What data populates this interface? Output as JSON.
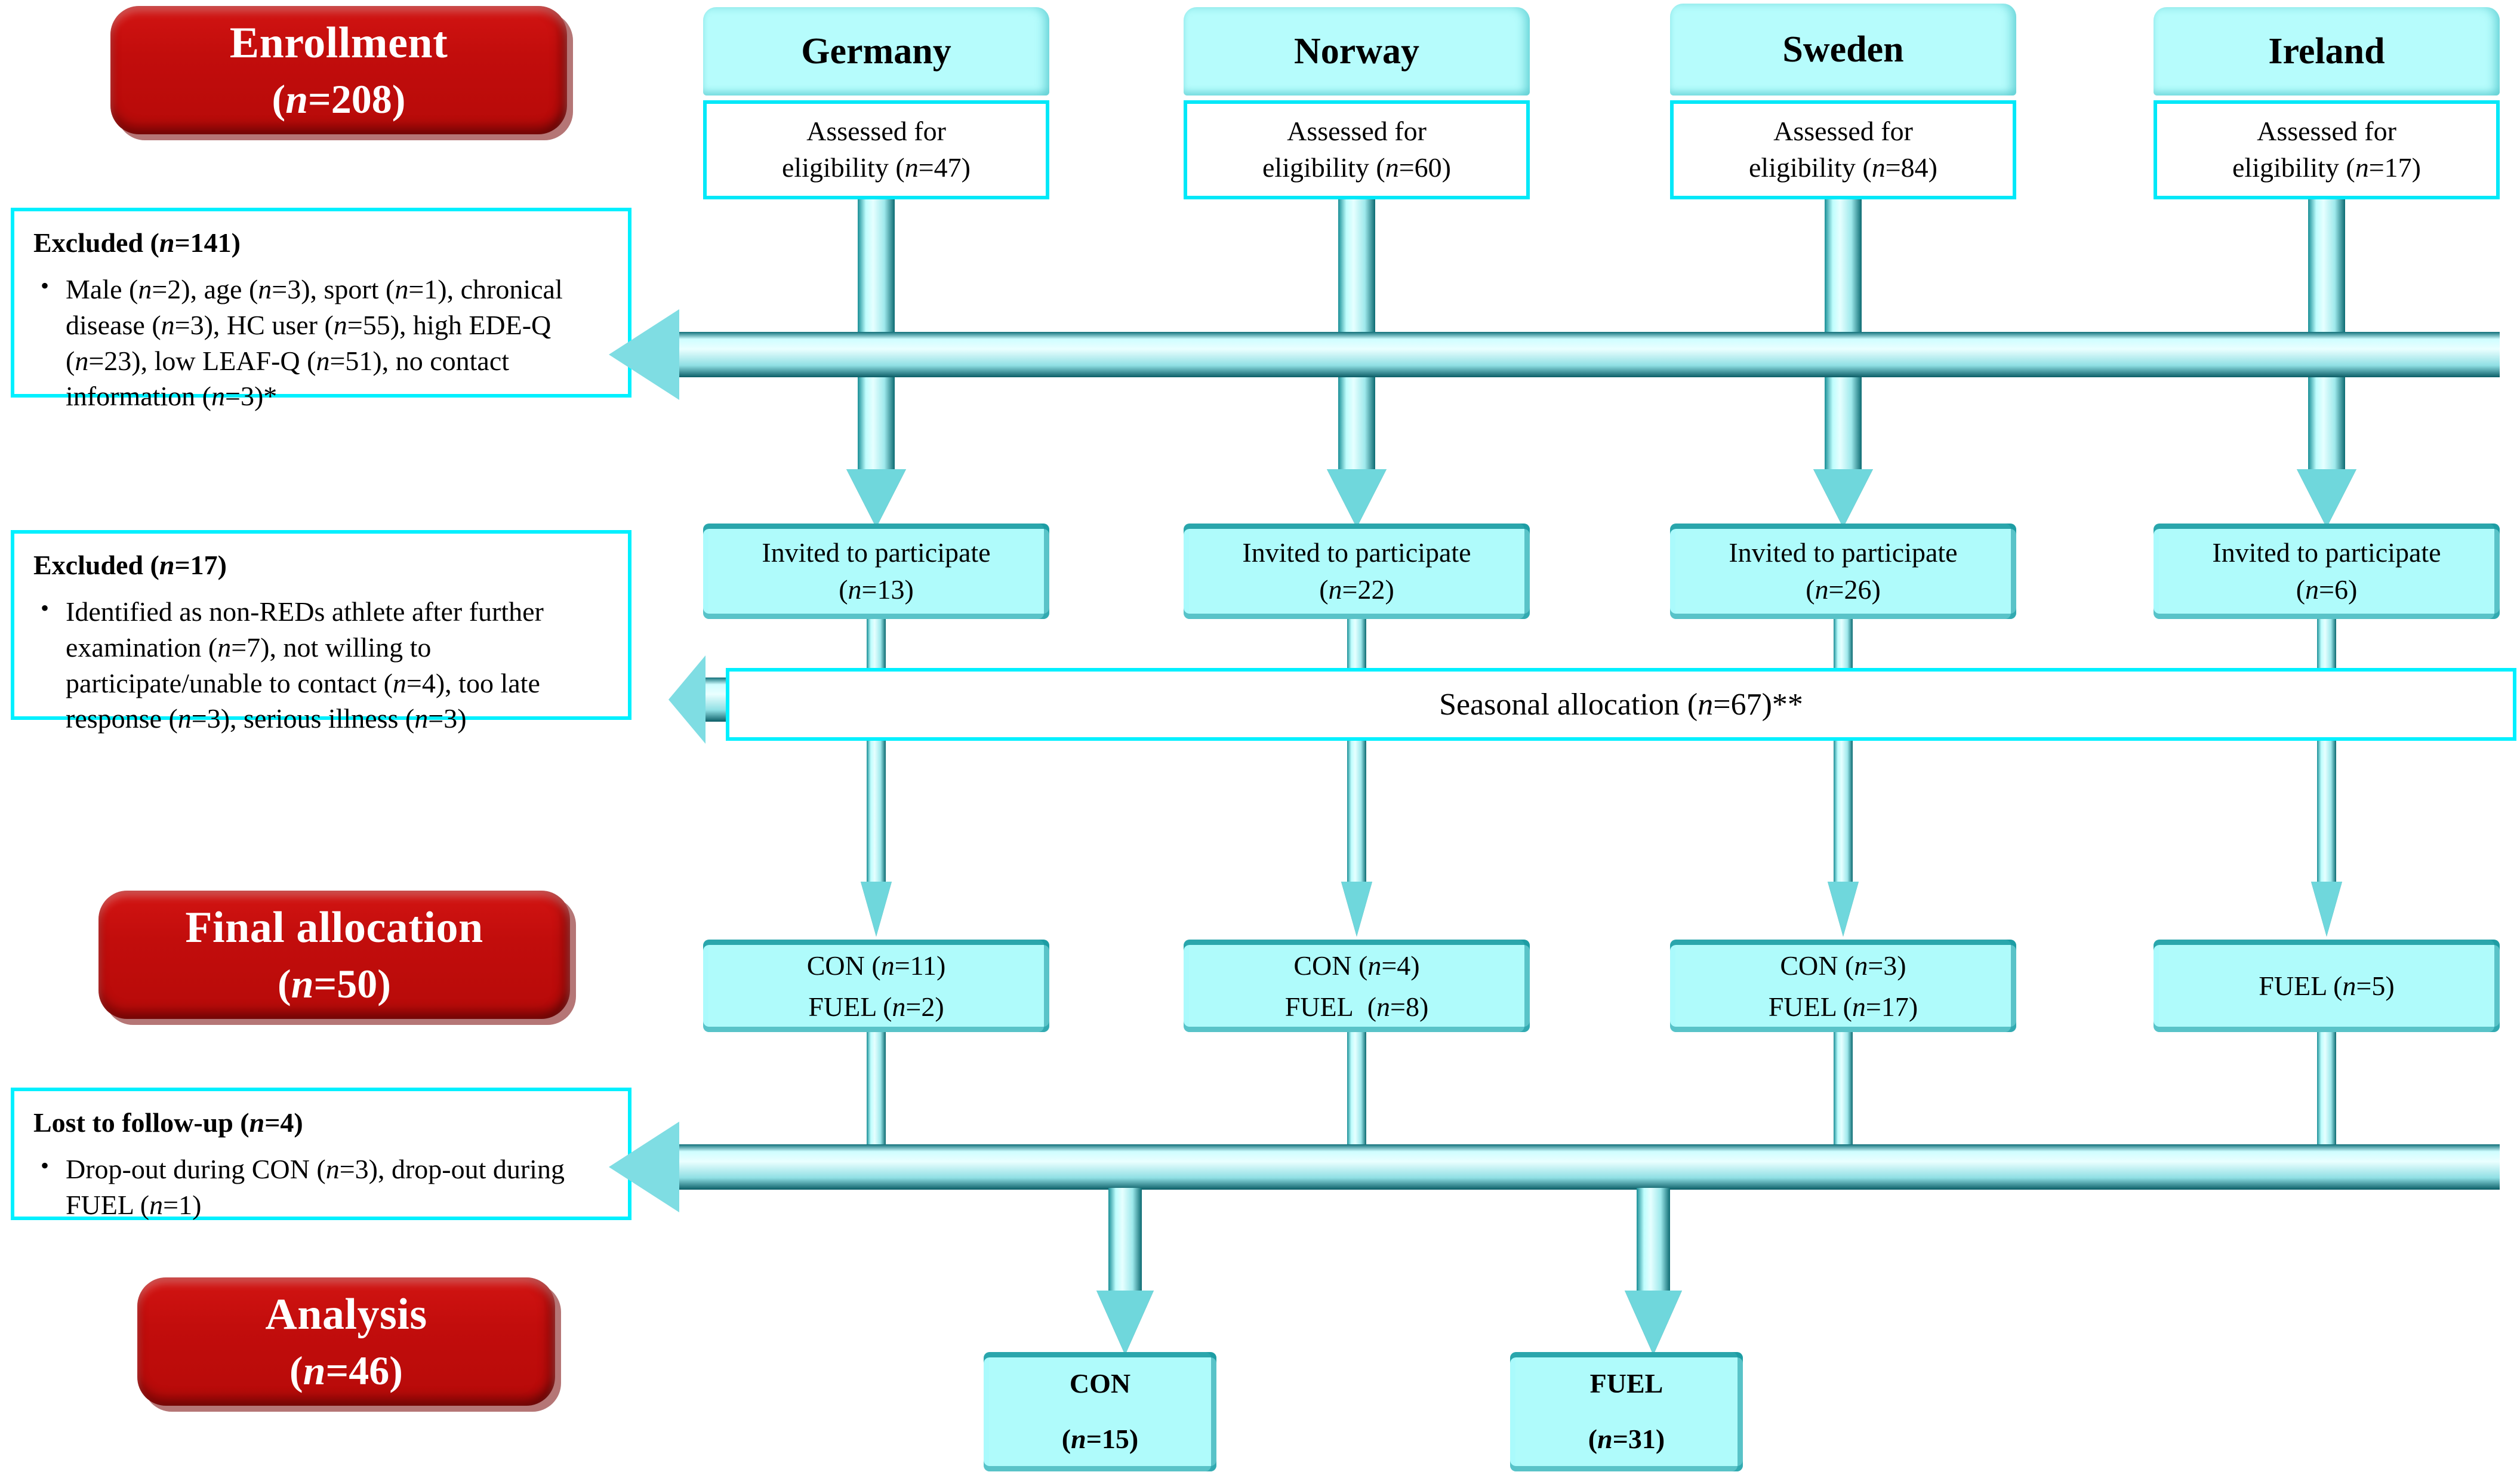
{
  "title": "CONSORT-style participant flow diagram",
  "colors": {
    "red_box": "#c20d0c",
    "cyan_border": "#00f0ff",
    "light_cyan_fill": "#affbfb",
    "arrow_teal": "#1a8f97",
    "text": "#000000"
  },
  "stages": {
    "enrollment": {
      "label": "Enrollment",
      "count": "(n=208)",
      "n_italic": "n",
      "n_value": "208"
    },
    "final_allocation": {
      "label": "Final allocation",
      "count": "(n=50)",
      "n_italic": "n",
      "n_value": "50"
    },
    "analysis": {
      "label": "Analysis",
      "count": "(n=46)",
      "n_italic": "n",
      "n_value": "46"
    }
  },
  "exclusions": [
    {
      "heading": "Excluded (n=141)",
      "heading_prefix": "Excluded (",
      "heading_n": "n",
      "heading_suffix": "=141)",
      "items": [
        "Male (n=2), age (n=3), sport (n=1), chronical disease (n=3), HC user (n=55), high EDE-Q (n=23), low LEAF-Q (n=51), no contact information (n=3)*"
      ]
    },
    {
      "heading": "Excluded (n=17)",
      "heading_prefix": "Excluded (",
      "heading_n": "n",
      "heading_suffix": "=17)",
      "items": [
        "Identified as non-REDs athlete after further examination (n=7), not willing to participate/unable to contact (n=4), too late response (n=3), serious illness (n=3)"
      ]
    },
    {
      "heading": "Lost to follow-up (n=4)",
      "heading_prefix": "Lost to follow-up (",
      "heading_n": "n",
      "heading_suffix": "=4)",
      "items": [
        "Drop-out during CON (n=3), drop-out during FUEL (n=1)"
      ]
    }
  ],
  "countries": [
    {
      "name": "Germany",
      "assessed_line1": "Assessed for",
      "assessed_line2": "eligibility (n=47)",
      "assessed_n": 47,
      "invited_line1": "Invited to participate",
      "invited_line2": "(n=13)",
      "invited_n": 13,
      "allocation": [
        {
          "group": "CON",
          "text": "CON (n=11)",
          "n": 11
        },
        {
          "group": "FUEL",
          "text": "FUEL (n=2)",
          "n": 2
        }
      ]
    },
    {
      "name": "Norway",
      "assessed_line1": "Assessed for",
      "assessed_line2": "eligibility (n=60)",
      "assessed_n": 60,
      "invited_line1": "Invited to participate",
      "invited_line2": "(n=22)",
      "invited_n": 22,
      "allocation": [
        {
          "group": "CON",
          "text": "CON (n=4)",
          "n": 4
        },
        {
          "group": "FUEL",
          "text": "FUEL  (n=8)",
          "n": 8
        }
      ]
    },
    {
      "name": "Sweden",
      "assessed_line1": "Assessed for",
      "assessed_line2": "eligibility (n=84)",
      "assessed_n": 84,
      "invited_line1": "Invited to participate",
      "invited_line2": "(n=26)",
      "invited_n": 26,
      "allocation": [
        {
          "group": "CON",
          "text": "CON (n=3)",
          "n": 3
        },
        {
          "group": "FUEL",
          "text": "FUEL (n=17)",
          "n": 17
        }
      ]
    },
    {
      "name": "Ireland",
      "assessed_line1": "Assessed for",
      "assessed_line2": "eligibility (n=17)",
      "assessed_n": 17,
      "invited_line1": "Invited to participate",
      "invited_line2": "(n=6)",
      "invited_n": 6,
      "allocation": [
        {
          "group": "FUEL",
          "text": "FUEL (n=5)",
          "n": 5
        }
      ]
    }
  ],
  "seasonal_allocation": {
    "text": "Seasonal allocation (n=67)**",
    "prefix": "Seasonal allocation (",
    "n": "n",
    "suffix": "=67)**",
    "n_value": 67
  },
  "final_groups": [
    {
      "label": "CON",
      "count": "(n=15)",
      "n_value": 15
    },
    {
      "label": "FUEL",
      "count": "(n=31)",
      "n_value": 31
    }
  ]
}
